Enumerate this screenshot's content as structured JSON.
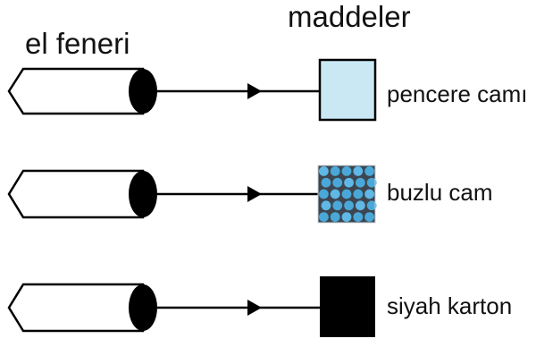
{
  "headings": {
    "light_source": "el feneri",
    "materials": "maddeler"
  },
  "rows": [
    {
      "material": "pencere camı",
      "swatch": "clear-glass",
      "fill": "#c9e8f4"
    },
    {
      "material": "buzlu cam",
      "swatch": "frosted-glass",
      "fill": "#4aa8d8"
    },
    {
      "material": "siyah karton",
      "swatch": "black-cardboard",
      "fill": "#000000"
    }
  ],
  "colors": {
    "stroke": "#000000",
    "flashlight_body": "#ffffff",
    "frosted_dark": "#3d4650",
    "frosted_light": "#5fb8e6"
  }
}
